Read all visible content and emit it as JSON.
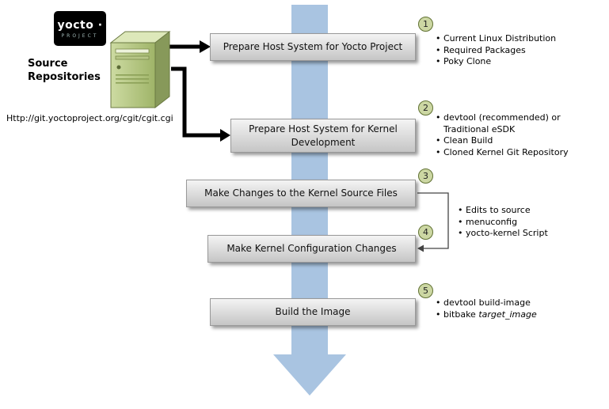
{
  "logo": {
    "name": "yocto ·",
    "project": "PROJECT"
  },
  "source": {
    "line1": "Source",
    "line2": "Repositories",
    "url": "Http://git.yoctoproject.org/cgit/cgit.cgi"
  },
  "boxes": {
    "step1": "Prepare Host System for Yocto Project",
    "step2": "Prepare Host System for Kernel Development",
    "step3": "Make Changes to the Kernel Source Files",
    "step4": "Make Kernel Configuration Changes",
    "step5": "Build the Image"
  },
  "badges": {
    "b1": "1",
    "b2": "2",
    "b3": "3",
    "b4": "4",
    "b5": "5"
  },
  "bullets": {
    "step1": [
      "Current Linux Distribution",
      "Required Packages",
      "Poky Clone"
    ],
    "step2_item1_line1": "devtool (recommended) or",
    "step2_item1_line2": "Traditional eSDK",
    "step2_rest": [
      "Clean Build",
      "Cloned Kernel Git Repository"
    ],
    "step34": [
      "Edits to source",
      "menuconfig",
      "yocto-kernel Script"
    ],
    "step5_item1": "devtool build-image",
    "step5_item2_prefix": "bitbake",
    "step5_item2_italic": "target_image"
  },
  "colors": {
    "flow_arrow_blue": "#a9c4e1",
    "badge_fill": "#ccd7a3",
    "badge_border": "#5f7031",
    "box_gradient_top": "#f4f4f4",
    "box_gradient_bottom": "#c5c5c5",
    "connector_black": "#000000",
    "server_green": "#aebf76"
  }
}
